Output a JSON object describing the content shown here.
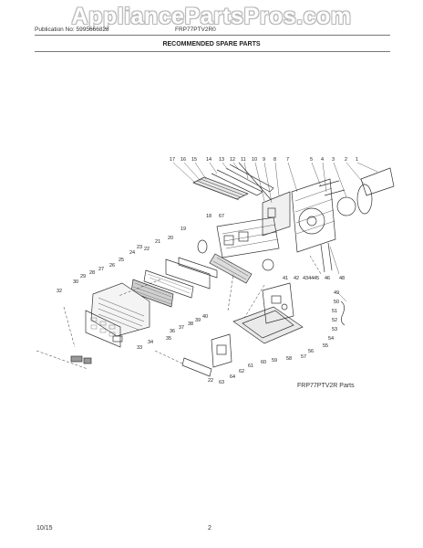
{
  "watermark": "AppliancePartsPros.com",
  "header": {
    "publication": "Publication No: 5995666828",
    "model": "FRP77PTV2R0"
  },
  "title": "RECOMMENDED SPARE PARTS",
  "diagram": {
    "caption": "FRP77PTV2R Parts",
    "callouts": [
      "17",
      "16",
      "15",
      "14",
      "13",
      "12",
      "11",
      "10",
      "9",
      "8",
      "7",
      "5",
      "4",
      "3",
      "2",
      "1",
      "18",
      "67",
      "19",
      "20",
      "21",
      "23",
      "24",
      "22",
      "25",
      "26",
      "27",
      "28",
      "29",
      "30",
      "32",
      "33",
      "34",
      "36",
      "37",
      "38",
      "39",
      "40",
      "35",
      "22",
      "63",
      "64",
      "62",
      "61",
      "41",
      "42",
      "4344",
      "45",
      "46",
      "48",
      "49",
      "50",
      "51",
      "52",
      "53",
      "54",
      "55",
      "56",
      "57",
      "58",
      "59",
      "60"
    ]
  },
  "footer": {
    "date": "10/15",
    "page": "2"
  }
}
